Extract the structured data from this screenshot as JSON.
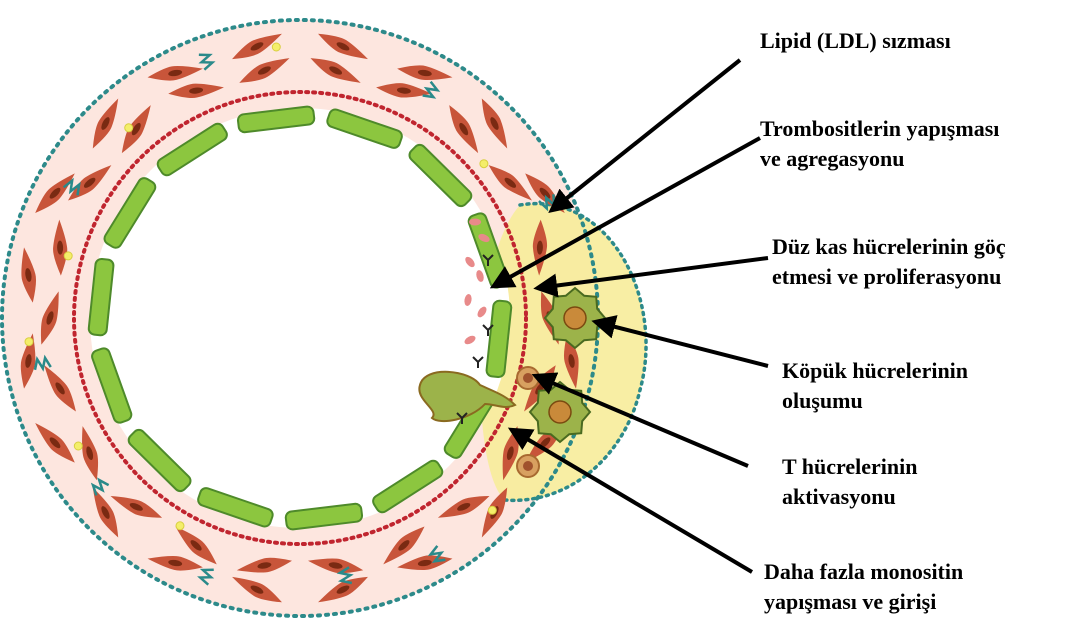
{
  "colors": {
    "adventitia_border": "#2d8a8a",
    "media_fill": "#fde6df",
    "smooth_muscle": "#c8553a",
    "smooth_muscle_core": "#7a2a12",
    "internal_elastic": "#c0252f",
    "endothelium": "#8cc63f",
    "endothelium_edge": "#4e8a2a",
    "plaque": "#f7ec9a",
    "foam_cell": "#9cb34a",
    "t_cell": "#d8a060",
    "platelet": "#e88a8a",
    "collagen": "#2a8a8a",
    "lipid": "#f4ee6a",
    "arrow": "#000000"
  },
  "labels": [
    {
      "lines": [
        "Lipid (LDL) sızması"
      ]
    },
    {
      "lines": [
        "Trombositlerin yapışması",
        "ve agregasyonu"
      ]
    },
    {
      "lines": [
        "Düz kas hücrelerinin göç",
        "etmesi ve proliferasyonu"
      ]
    },
    {
      "lines": [
        "Köpük hücrelerinin",
        "oluşumu"
      ]
    },
    {
      "lines": [
        "T hücrelerinin",
        "aktivasyonu"
      ]
    },
    {
      "lines": [
        "Daha fazla monositin",
        "yapışması ve girişi"
      ]
    }
  ]
}
